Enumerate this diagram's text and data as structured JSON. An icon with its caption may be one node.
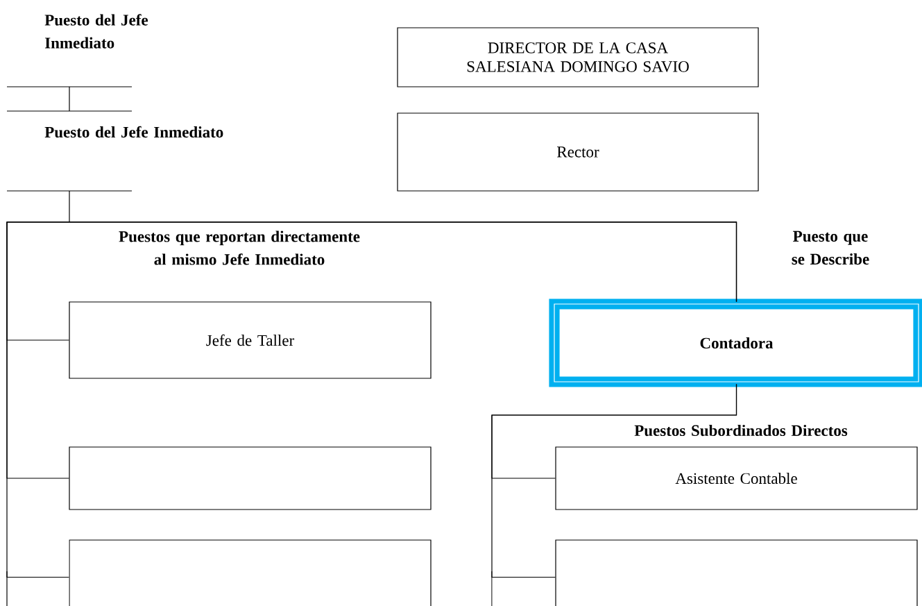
{
  "diagram": {
    "nodes": [
      {
        "text": [
          "DIRECTOR DE LA CASA SALESIANA DOMINGO SAVIO"
        ]
      },
      {
        "text": [
          "Rector"
        ]
      },
      {
        "text": [
          "Jefe de Taller"
        ]
      },
      {
        "text": [
          "Contadora"
        ]
      },
      {
        "text": [],
        "shape": "box"
      },
      {
        "text": [
          "Asistente Contable"
        ]
      },
      {
        "text": [],
        "shape": "box"
      },
      {
        "text": [],
        "shape": "box"
      }
    ],
    "edges": [
      {
        "from": 3,
        "to": 2,
        "arrow": "none"
      },
      {
        "from": 3,
        "to": 4,
        "arrow": "none"
      },
      {
        "from": 3,
        "to": 6,
        "arrow": "none"
      },
      {
        "from": 3,
        "to": 5,
        "arrow": "none"
      },
      {
        "from": 3,
        "to": 7,
        "arrow": "none"
      }
    ],
    "labels": [
      "Puesto del Jefe Inmediato",
      "Puesto del Jefe Inmediato",
      "Puestos que reportan directamente al mismo Jefe Inmediato",
      "Puesto que se Describe",
      "Puestos Subordinados Directos"
    ]
  }
}
